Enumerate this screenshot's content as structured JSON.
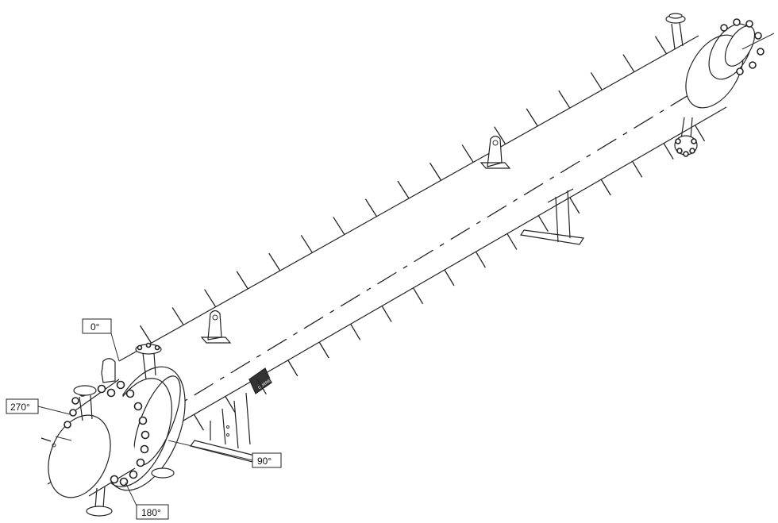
{
  "labels": {
    "angle_0": "0°",
    "angle_90": "90°",
    "angle_180": "180°",
    "angle_270": "270°"
  },
  "nameplate": "CURRENT",
  "colors": {
    "line": "#222222",
    "background": "#ffffff"
  }
}
